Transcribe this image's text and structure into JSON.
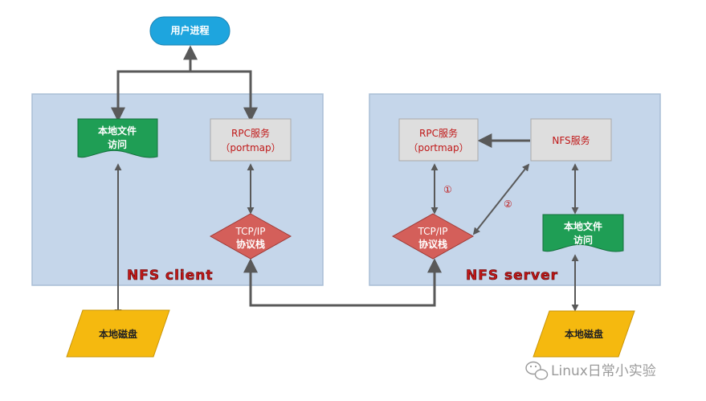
{
  "user_process": "用户进程",
  "client": {
    "title": "NFS client",
    "file_access": [
      "本地文件",
      "访问"
    ],
    "rpc": [
      "RPC服务",
      "（portmap）"
    ],
    "tcpip": [
      "TCP/IP",
      "协议栈"
    ],
    "disk": "本地磁盘"
  },
  "server": {
    "title": "NFS server",
    "rpc": [
      "RPC服务",
      "（portmap）"
    ],
    "nfs_service": "NFS服务",
    "tcpip": [
      "TCP/IP",
      "协议栈"
    ],
    "file_access": [
      "本地文件",
      "访问"
    ],
    "disk": "本地磁盘",
    "step1": "①",
    "step2": "②"
  },
  "watermark": "Linux日常小实验",
  "colors": {
    "panel_fill": "#c5d6ea",
    "panel_border": "#a9bdd5",
    "user_process": "#1ea5de",
    "file_access": "#1f9e55",
    "rpc_box": "#dedede",
    "tcpip": "#d45f5a",
    "disk": "#f5b90f",
    "connector": "#595959",
    "title_red": "#c01818"
  }
}
